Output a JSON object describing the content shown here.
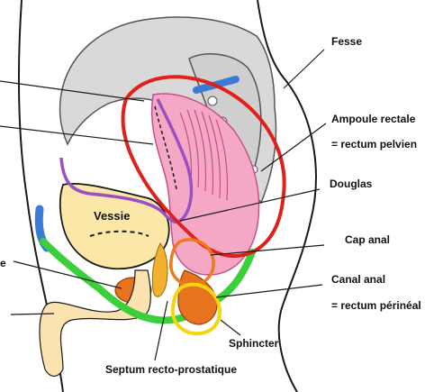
{
  "labels": {
    "fesse": "Fesse",
    "ampoule_line1": "Ampoule rectale",
    "ampoule_line2": "= rectum pelvien",
    "douglas": "Douglas",
    "cap_anal": "Cap anal",
    "canal_line1": "Canal anal",
    "canal_line2": "= rectum périnéal",
    "sphincter": "Sphincter",
    "septum": "Septum recto-prostatique",
    "vessie": "Vessie",
    "cut_left": "e"
  },
  "colors": {
    "outline": "#1a1a1a",
    "bone_fill": "#d9d9d9",
    "bone_stroke": "#555555",
    "rectum_fill": "#f4a8c6",
    "rectum_stripe": "#c74f86",
    "bladder_fill": "#fbe7a8",
    "peritoneum": "#9b4fc3",
    "red_ampoule": "#e0201b",
    "orange_cap": "#f07a17",
    "yellow_sphincter": "#f5d60c",
    "green_floor": "#3ccf3c",
    "blue_marker": "#3a7bd5",
    "prostate_fill": "#e8731f",
    "seminal_fill": "#f2b12e",
    "urethra_fill": "#fbe3b0"
  }
}
